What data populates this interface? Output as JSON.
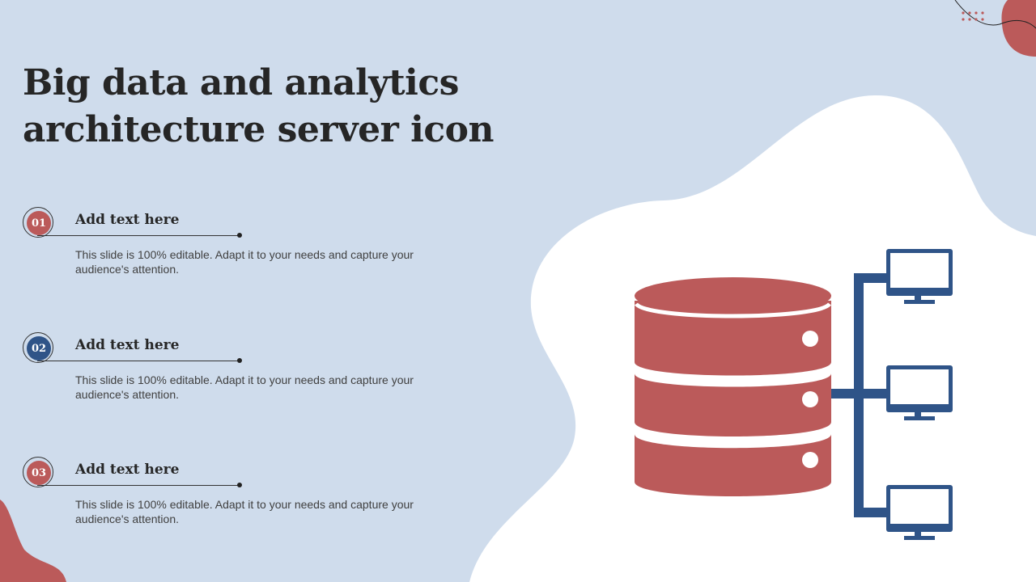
{
  "title": "Big data and analytics architecture server icon",
  "items": [
    {
      "number": "01",
      "heading": "Add text here",
      "body": "This slide is 100% editable. Adapt it to your needs and capture your audience's attention."
    },
    {
      "number": "02",
      "heading": "Add text here",
      "body": "This slide is 100% editable. Adapt it to your needs and capture your audience's attention."
    },
    {
      "number": "03",
      "heading": "Add text here",
      "body": "This slide is 100% editable. Adapt it to your needs and capture your audience's attention."
    }
  ],
  "colors": {
    "background": "#cfdcec",
    "accent_red": "#bb5a5a",
    "accent_blue": "#2f5488",
    "blob": "#ffffff"
  },
  "icons": [
    "database-server-icon",
    "monitor-icon",
    "network-connector-icon"
  ]
}
